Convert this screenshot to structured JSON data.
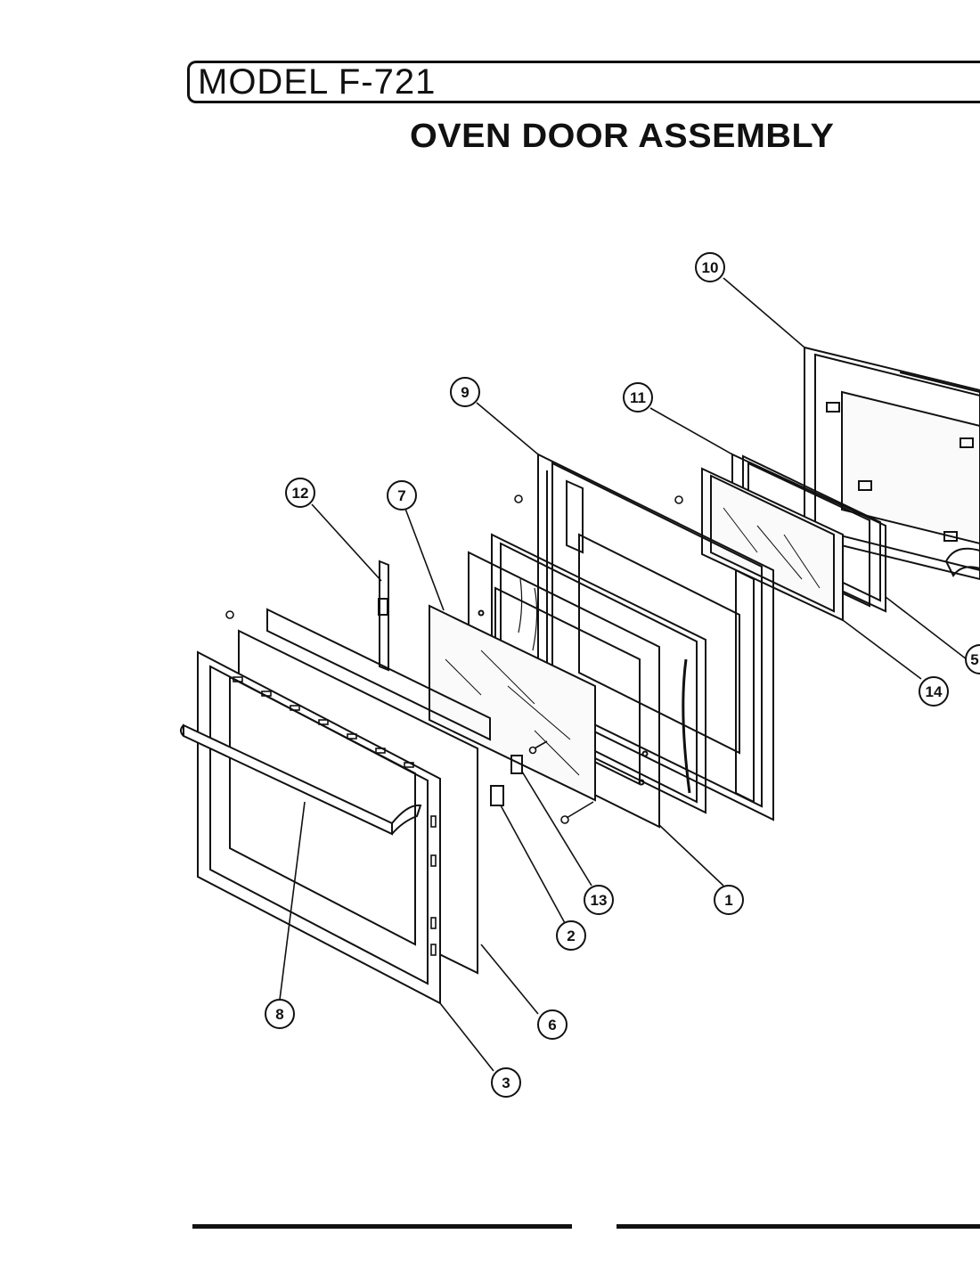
{
  "header": {
    "model_label": "MODEL F-721",
    "title": "OVEN DOOR ASSEMBLY"
  },
  "callouts": [
    {
      "id": "10",
      "label": "10"
    },
    {
      "id": "9",
      "label": "9"
    },
    {
      "id": "11",
      "label": "11"
    },
    {
      "id": "12",
      "label": "12"
    },
    {
      "id": "7",
      "label": "7"
    },
    {
      "id": "14",
      "label": "14"
    },
    {
      "id": "5",
      "label": "5"
    },
    {
      "id": "13",
      "label": "13"
    },
    {
      "id": "1",
      "label": "1"
    },
    {
      "id": "2",
      "label": "2"
    },
    {
      "id": "8",
      "label": "8"
    },
    {
      "id": "6",
      "label": "6"
    },
    {
      "id": "3",
      "label": "3"
    }
  ]
}
